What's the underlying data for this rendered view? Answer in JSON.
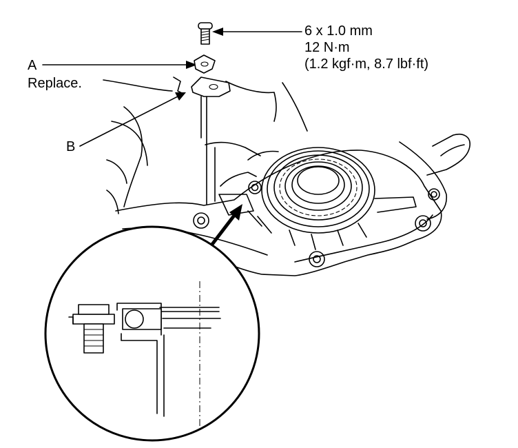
{
  "labels": {
    "a": "A",
    "b": "B",
    "replace": "Replace.",
    "spec_size": "6 x 1.0 mm",
    "spec_torque": "12 N·m",
    "spec_torque_alt": "(1.2 kgf·m, 8.7 lbf·ft)"
  }
}
